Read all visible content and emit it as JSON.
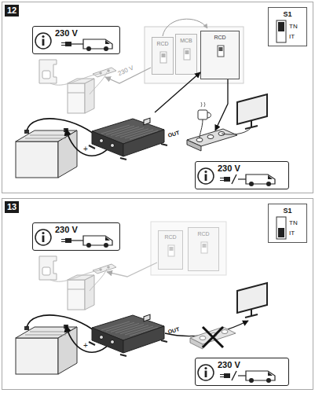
{
  "diagram": {
    "nodes": [
      {
        "text": [
          "12"
        ]
      },
      {
        "text": [
          "230 V"
        ],
        "in": 0
      },
      {
        "text": [
          "S1",
          "TN",
          "IT"
        ],
        "in": 0
      },
      {
        "text": [
          "RCD"
        ],
        "in": 0
      },
      {
        "text": [
          "MCB"
        ],
        "in": 0
      },
      {
        "text": [
          "RCD"
        ],
        "in": 0
      },
      {
        "text": [
          "OUT"
        ],
        "in": 0
      },
      {
        "text": [
          "230 V"
        ],
        "in": 0
      },
      {
        "text": [
          "13"
        ]
      },
      {
        "text": [
          "230 V"
        ],
        "in": 8
      },
      {
        "text": [
          "S1",
          "TN",
          "IT"
        ],
        "in": 8
      },
      {
        "text": [
          "RCD"
        ],
        "in": 8
      },
      {
        "text": [
          "RCD"
        ],
        "in": 8
      },
      {
        "text": [
          "OUT"
        ],
        "in": 8
      },
      {
        "text": [
          "230 V"
        ],
        "in": 8
      }
    ],
    "edges": [
      {
        "from": 6,
        "to": 5,
        "arrow": "to"
      }
    ],
    "labels": [
      "230 V",
      "+",
      "+"
    ]
  }
}
